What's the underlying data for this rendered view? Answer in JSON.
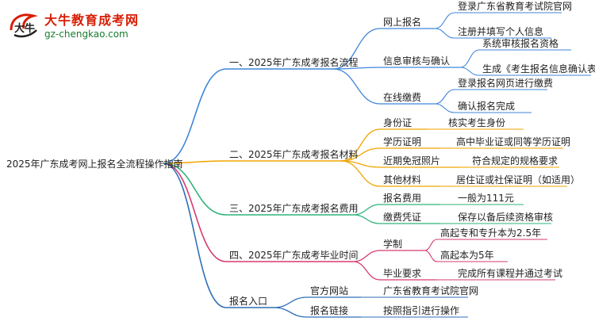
{
  "logo": {
    "title": "大牛教育成考网",
    "url": "gz-chengkao.com",
    "mark_text": "大牛"
  },
  "root": "2025年广东成考网上报名全流程操作指南",
  "branches": [
    {
      "label": "一、2025年广东成考报名流程",
      "color": "#3f86d9",
      "children": [
        {
          "label": "网上报名",
          "children": [
            "登录广东省教育考试院官网",
            "注册并填写个人信息"
          ]
        },
        {
          "label": "信息审核与确认",
          "children": [
            "系统审核报名资格",
            "生成《考生报名信息确认表》"
          ]
        },
        {
          "label": "在线缴费",
          "children": [
            "登录报名网页进行缴费",
            "确认报名完成"
          ]
        }
      ]
    },
    {
      "label": "二、2025年广东成考报名材料",
      "color": "#f0a500",
      "children": [
        {
          "label": "身份证",
          "children": [
            "核实考生身份"
          ]
        },
        {
          "label": "学历证明",
          "children": [
            "高中毕业证或同等学历证明"
          ]
        },
        {
          "label": "近期免冠照片",
          "children": [
            "符合规定的规格要求"
          ]
        },
        {
          "label": "其他材料",
          "children": [
            "居住证或社保证明（如适用）"
          ]
        }
      ]
    },
    {
      "label": "三、2025年广东成考报名费用",
      "color": "#2db37a",
      "children": [
        {
          "label": "报名费用",
          "children": [
            "一般为111元"
          ]
        },
        {
          "label": "缴费凭证",
          "children": [
            "保存以备后续资格审核"
          ]
        }
      ]
    },
    {
      "label": "四、2025年广东成考毕业时间",
      "color": "#d63b6e",
      "children": [
        {
          "label": "学制",
          "children": [
            "高起专和专升本为2.5年",
            "高起本为5年"
          ]
        },
        {
          "label": "毕业要求",
          "children": [
            "完成所有课程并通过考试"
          ]
        }
      ]
    },
    {
      "label": "报名入口",
      "color": "#2f6fb7",
      "children": [
        {
          "label": "官方网站",
          "children": [
            "广东省教育考试院官网"
          ]
        },
        {
          "label": "报名链接",
          "children": [
            "按照指引进行操作"
          ]
        }
      ]
    }
  ]
}
